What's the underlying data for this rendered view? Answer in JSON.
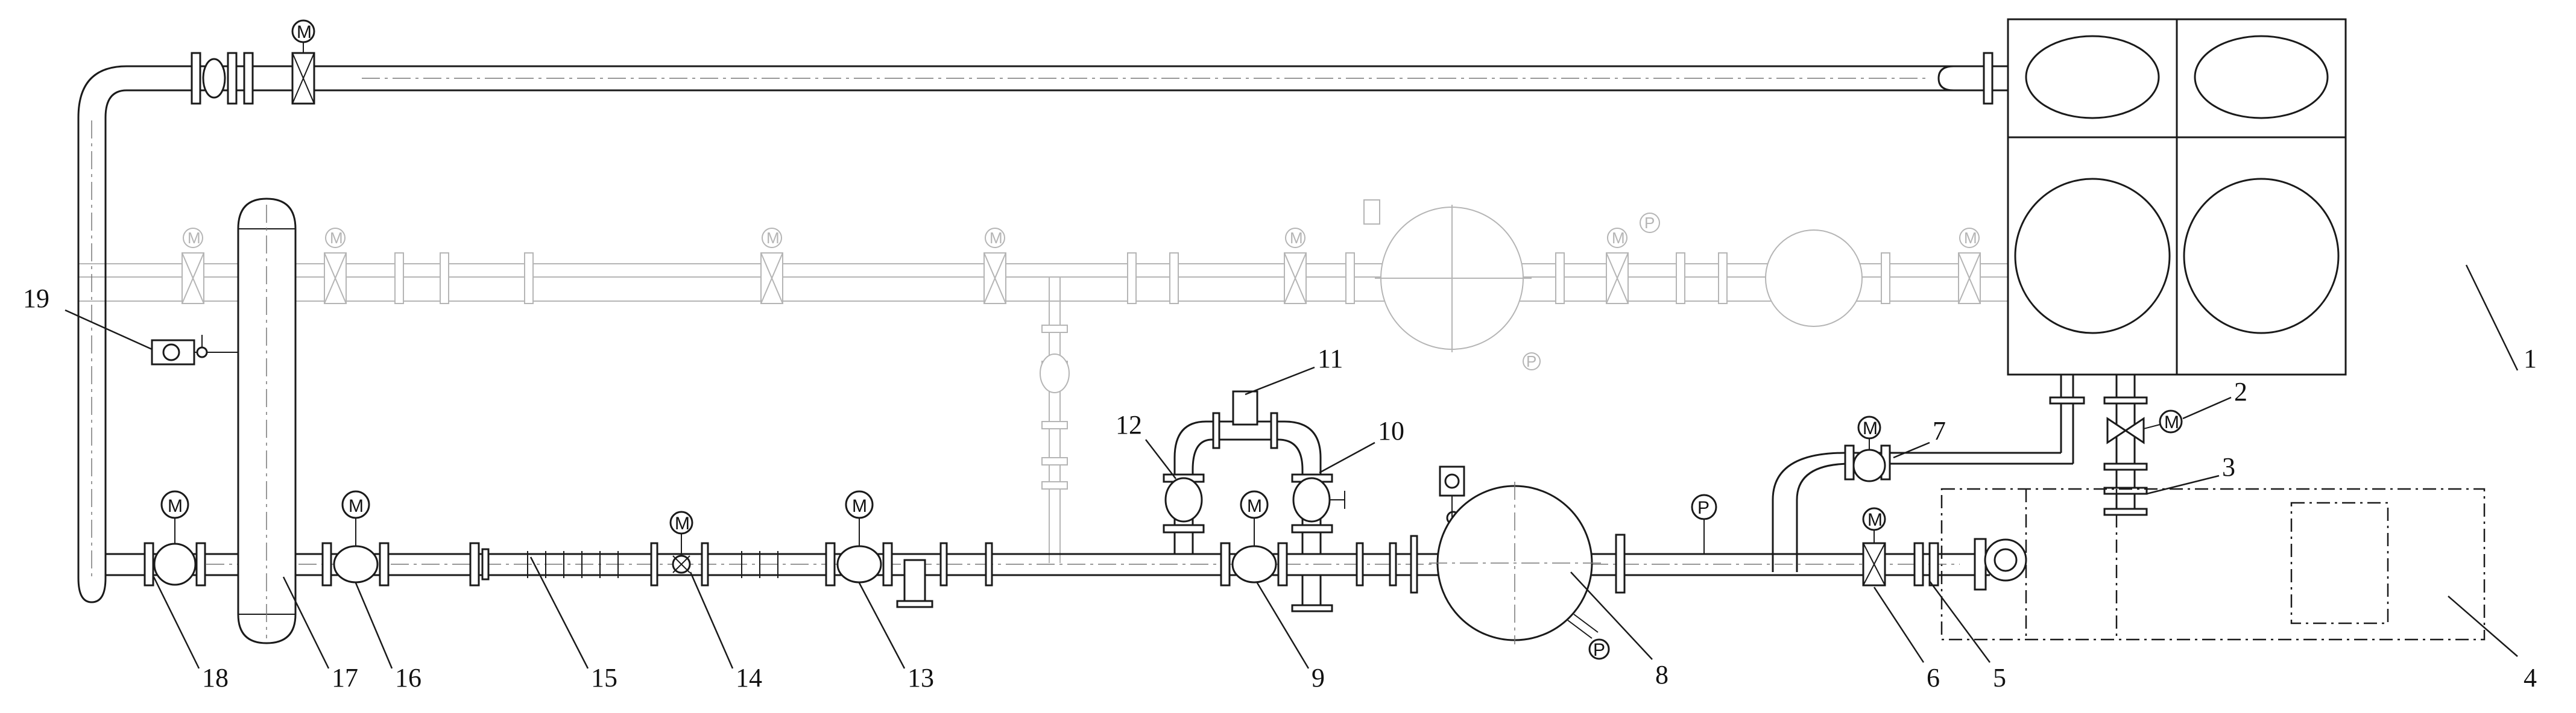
{
  "callouts": {
    "c1": "1",
    "c2": "2",
    "c3": "3",
    "c4": "4",
    "c5": "5",
    "c6": "6",
    "c7": "7",
    "c8": "8",
    "c9": "9",
    "c10": "10",
    "c11": "11",
    "c12": "12",
    "c13": "13",
    "c14": "14",
    "c15": "15",
    "c16": "16",
    "c17": "17",
    "c18": "18",
    "c19": "19"
  },
  "symbols": {
    "motor": "M",
    "pressure": "P"
  },
  "colors": {
    "line": "#1a1a1a",
    "ghost": "#b5b5b5",
    "background": "#ffffff"
  }
}
